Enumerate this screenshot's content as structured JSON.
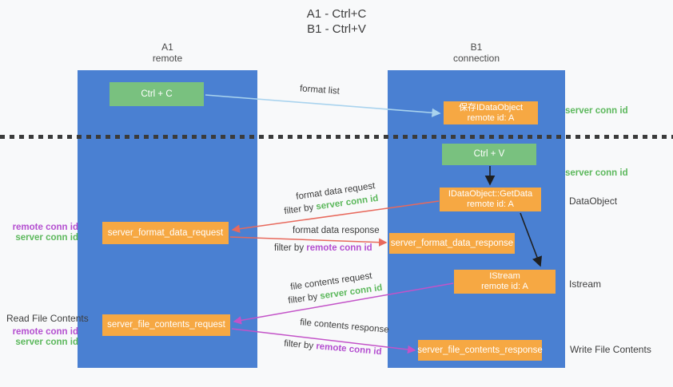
{
  "title": {
    "line1": "A1 - Ctrl+C",
    "line2": "B1 - Ctrl+V"
  },
  "lanes": {
    "a1": {
      "title": "A1",
      "subtitle": "remote"
    },
    "b1": {
      "title": "B1",
      "subtitle": "connection"
    }
  },
  "boxes": {
    "ctrl_c": {
      "label": "Ctrl + C"
    },
    "ctrl_v": {
      "label": "Ctrl + V"
    },
    "save_idataobject": {
      "line1": "保存IDataObject",
      "line2": "remote id: A"
    },
    "getdata": {
      "line1": "IDataObject::GetData",
      "line2": "remote id: A"
    },
    "istream": {
      "line1": "IStream",
      "line2": "remote id: A"
    },
    "format_request": {
      "label": "server_format_data_request"
    },
    "format_response": {
      "label": "server_format_data_response"
    },
    "file_request": {
      "label": "server_file_contents_request"
    },
    "file_response": {
      "label": "server_file_contents_response"
    }
  },
  "arrow_labels": {
    "format_list": "format list",
    "format_data_request": "format data request",
    "format_data_response": "format data response",
    "file_contents_request": "file contents request",
    "file_contents_response": "file contents response",
    "filter_by": "filter by",
    "server_conn_id": "server conn id",
    "remote_conn_id": "remote conn id"
  },
  "side_labels": {
    "server_conn_id_top": "server conn id",
    "server_conn_id_mid": "server conn id",
    "dataobject": "DataObject",
    "istream": "Istream",
    "read_file_contents": "Read File Contents",
    "write_file_contents": "Write File Contents",
    "remote_conn_id_1": "remote conn id",
    "server_conn_id_1": "server conn id",
    "remote_conn_id_2": "remote conn id",
    "server_conn_id_2": "server conn id"
  },
  "colors": {
    "lane_blue": "#4a80d2",
    "box_green": "#79c17f",
    "box_orange": "#f6a843",
    "text_green": "#5cb85c",
    "text_purple": "#b44fd0",
    "arrow_red": "#e8695c",
    "arrow_purple": "#c353c8",
    "arrow_blue": "#a9d3ee",
    "arrow_black": "#1f1f1f",
    "background": "#f8f9fa"
  }
}
